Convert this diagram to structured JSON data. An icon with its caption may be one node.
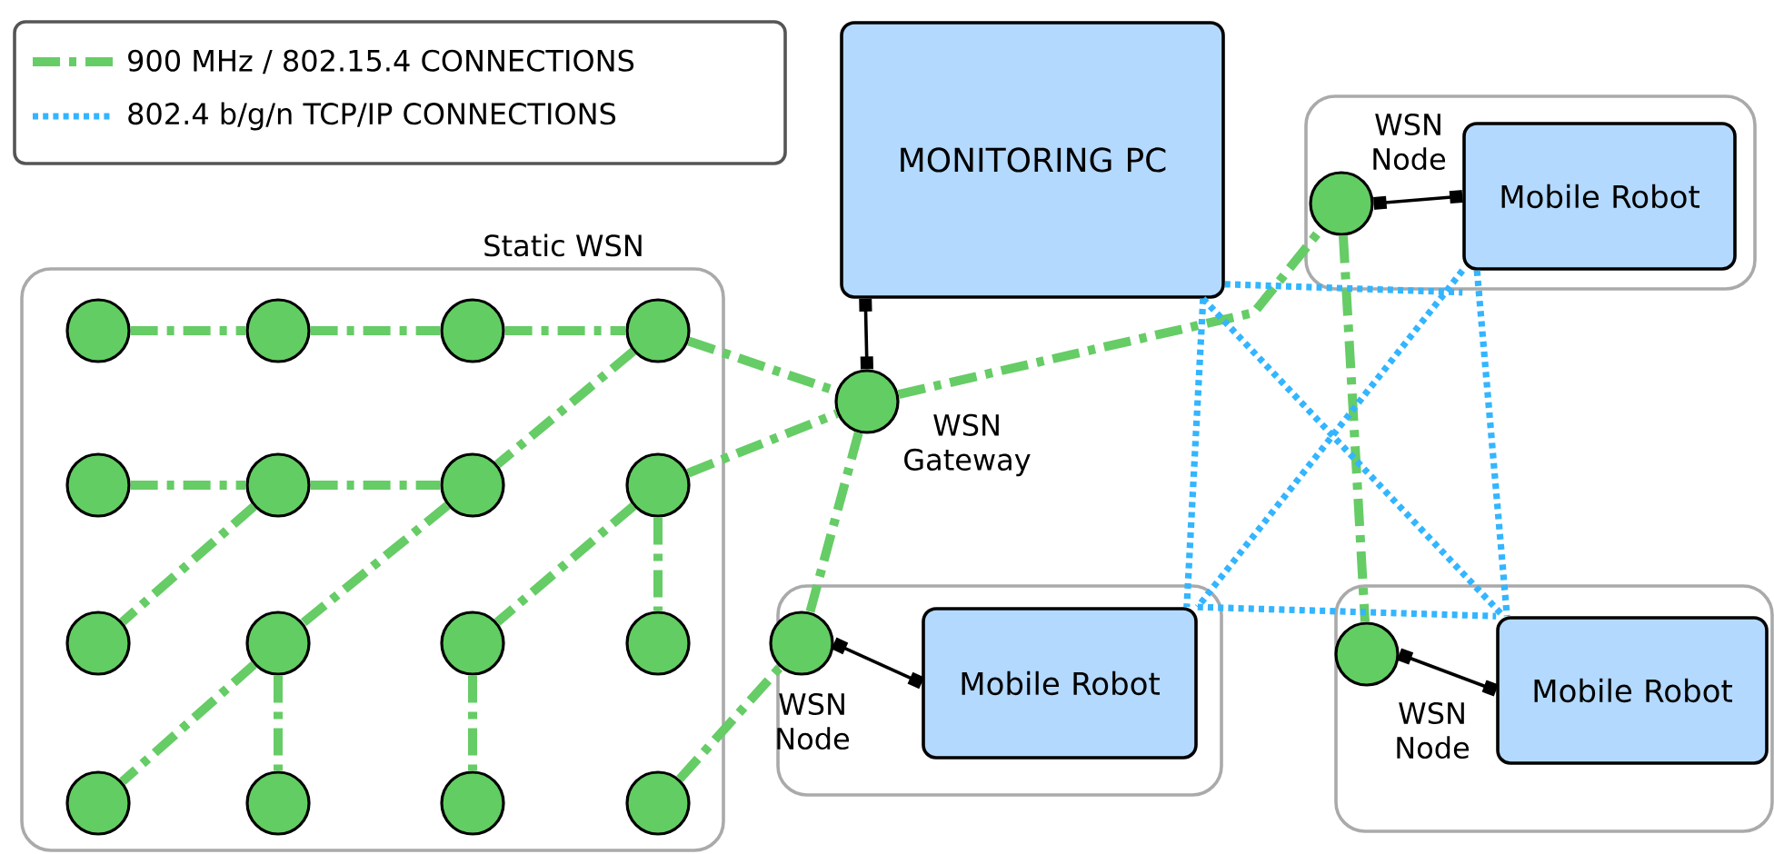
{
  "diagram": {
    "nodes": [
      {
        "text": [
          "Static WSN"
        ]
      },
      {
        "text": [],
        "shape": "circle",
        "in": 0
      },
      {
        "text": [],
        "shape": "circle",
        "in": 0
      },
      {
        "text": [],
        "shape": "circle",
        "in": 0
      },
      {
        "text": [],
        "shape": "circle",
        "in": 0
      },
      {
        "text": [],
        "shape": "circle",
        "in": 0
      },
      {
        "text": [],
        "shape": "circle",
        "in": 0
      },
      {
        "text": [],
        "shape": "circle",
        "in": 0
      },
      {
        "text": [],
        "shape": "circle",
        "in": 0
      },
      {
        "text": [],
        "shape": "circle",
        "in": 0
      },
      {
        "text": [],
        "shape": "circle",
        "in": 0
      },
      {
        "text": [],
        "shape": "circle",
        "in": 0
      },
      {
        "text": [],
        "shape": "circle",
        "in": 0
      },
      {
        "text": [],
        "shape": "circle",
        "in": 0
      },
      {
        "text": [],
        "shape": "circle",
        "in": 0
      },
      {
        "text": [],
        "shape": "circle",
        "in": 0
      },
      {
        "text": [],
        "shape": "circle",
        "in": 0
      },
      {
        "text": [
          "MONITORING PC"
        ]
      },
      {
        "text": [],
        "shape": "circle",
        "beside": [
          "WSN Gateway"
        ]
      },
      {
        "text": [],
        "shape": "box"
      },
      {
        "text": [],
        "shape": "circle",
        "in": 19,
        "beside": [
          "WSN Node"
        ]
      },
      {
        "text": [
          "Mobile Robot"
        ],
        "in": 19
      },
      {
        "text": [],
        "shape": "box"
      },
      {
        "text": [],
        "shape": "circle",
        "in": 22,
        "beside": [
          "WSN Node"
        ]
      },
      {
        "text": [
          "Mobile Robot"
        ],
        "in": 22
      },
      {
        "text": [],
        "shape": "box"
      },
      {
        "text": [],
        "shape": "circle",
        "in": 25,
        "beside": [
          "WSN Node"
        ]
      },
      {
        "text": [
          "Mobile Robot"
        ],
        "in": 25
      }
    ],
    "edges": [
      {
        "from": 1,
        "to": 2,
        "arrow": "none",
        "style": "dashed"
      },
      {
        "from": 2,
        "to": 3,
        "arrow": "none",
        "style": "dashed"
      },
      {
        "from": 3,
        "to": 4,
        "arrow": "none",
        "style": "dashed"
      },
      {
        "from": 5,
        "to": 6,
        "arrow": "none",
        "style": "dashed"
      },
      {
        "from": 6,
        "to": 7,
        "arrow": "none",
        "style": "dashed"
      },
      {
        "from": 4,
        "to": 7,
        "arrow": "none",
        "style": "dashed"
      },
      {
        "from": 7,
        "to": 10,
        "arrow": "none",
        "style": "dashed"
      },
      {
        "from": 10,
        "to": 13,
        "arrow": "none",
        "style": "dashed"
      },
      {
        "from": 6,
        "to": 9,
        "arrow": "none",
        "style": "dashed"
      },
      {
        "from": 8,
        "to": 11,
        "arrow": "none",
        "style": "dashed"
      },
      {
        "from": 8,
        "to": 12,
        "arrow": "none",
        "style": "dashed"
      },
      {
        "from": 10,
        "to": 14,
        "arrow": "none",
        "style": "dashed"
      },
      {
        "from": 11,
        "to": 15,
        "arrow": "none",
        "style": "dashed"
      },
      {
        "from": 4,
        "to": 18,
        "arrow": "none",
        "style": "dashed"
      },
      {
        "from": 8,
        "to": 18,
        "arrow": "none",
        "style": "dashed"
      },
      {
        "from": 16,
        "to": 20,
        "arrow": "none",
        "style": "dashed"
      },
      {
        "from": 18,
        "to": 20,
        "arrow": "none",
        "style": "dashed"
      },
      {
        "from": 18,
        "to": 23,
        "arrow": "none",
        "style": "dashed"
      },
      {
        "from": 23,
        "to": 26,
        "arrow": "none",
        "style": "dashed"
      },
      {
        "from": 17,
        "to": 18,
        "arrow": "other",
        "color": "#000000"
      },
      {
        "from": 20,
        "to": 21,
        "arrow": "other",
        "color": "#000000"
      },
      {
        "from": 23,
        "to": 24,
        "arrow": "other",
        "color": "#000000"
      },
      {
        "from": 26,
        "to": 27,
        "arrow": "other",
        "color": "#000000"
      },
      {
        "from": 17,
        "to": 21,
        "arrow": "none",
        "style": "dashed",
        "color": "#33b5ff"
      },
      {
        "from": 17,
        "to": 27,
        "arrow": "none",
        "style": "dashed",
        "color": "#33b5ff"
      },
      {
        "from": 17,
        "to": 24,
        "arrow": "none",
        "style": "dashed",
        "color": "#33b5ff"
      },
      {
        "from": 24,
        "to": 21,
        "arrow": "none",
        "style": "dashed",
        "color": "#33b5ff"
      },
      {
        "from": 24,
        "to": 27,
        "arrow": "none",
        "style": "dashed",
        "color": "#33b5ff"
      },
      {
        "from": 21,
        "to": 27,
        "arrow": "none",
        "style": "dashed",
        "color": "#33b5ff"
      }
    ],
    "legend": [
      {
        "text": "900 MHz / 802.15.4  CONNECTIONS"
      },
      {
        "text": "802.4 b/g/n TCP/IP CONNECTIONS"
      }
    ]
  }
}
